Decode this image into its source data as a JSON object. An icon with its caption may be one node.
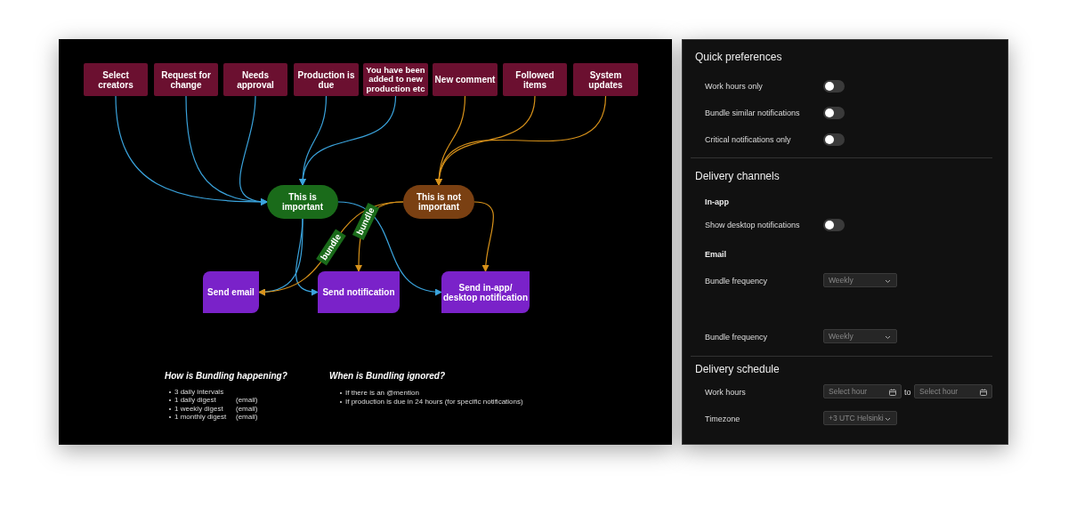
{
  "diagram": {
    "nodes": [
      {
        "text": [
          "Select creators"
        ]
      },
      {
        "text": [
          "Request for change"
        ]
      },
      {
        "text": [
          "Needs approval"
        ]
      },
      {
        "text": [
          "Production is due"
        ]
      },
      {
        "text": [
          "You have been added to new production etc"
        ]
      },
      {
        "text": [
          "New comment"
        ]
      },
      {
        "text": [
          "Followed items"
        ]
      },
      {
        "text": [
          "System updates"
        ]
      },
      {
        "text": [
          "This is important"
        ]
      },
      {
        "text": [
          "This is not important"
        ]
      },
      {
        "text": [
          "Send email"
        ]
      },
      {
        "text": [
          "Send notification"
        ]
      },
      {
        "text": [
          "Send in-app/ desktop notification"
        ]
      }
    ],
    "edges": [
      {
        "from": 0,
        "to": 8,
        "arrow": "to"
      },
      {
        "from": 1,
        "to": 8,
        "arrow": "to"
      },
      {
        "from": 2,
        "to": 8,
        "arrow": "to"
      },
      {
        "from": 3,
        "to": 8,
        "arrow": "to"
      },
      {
        "from": 4,
        "to": 8,
        "arrow": "to"
      },
      {
        "from": 5,
        "to": 9,
        "arrow": "to",
        "color": "#d8921a"
      },
      {
        "from": 6,
        "to": 9,
        "arrow": "to",
        "color": "#d8921a"
      },
      {
        "from": 7,
        "to": 9,
        "arrow": "to",
        "color": "#d8921a"
      },
      {
        "from": 8,
        "to": 10,
        "arrow": "to"
      },
      {
        "from": 8,
        "to": 11,
        "arrow": "to"
      },
      {
        "from": 8,
        "to": 12,
        "arrow": "to"
      },
      {
        "from": 9,
        "to": 10,
        "arrow": "to",
        "label": "bundle",
        "color": "#d8921a"
      },
      {
        "from": 9,
        "to": 11,
        "arrow": "to",
        "label": "bundle",
        "color": "#d8921a"
      },
      {
        "from": 9,
        "to": 12,
        "arrow": "to",
        "color": "#d8921a"
      }
    ],
    "labels": [
      "How is Bundling happening?",
      "3 daily intervals",
      "1 daily digest",
      "(email)",
      "1 weekly digest",
      "(email)",
      "1 monthly digest",
      "(email)",
      "When is Bundling ignored?",
      "If there is an @mention",
      "If production is due in 24 hours (for specific notifications)",
      "Quick preferences",
      "Work hours only",
      "Bundle similar notifications",
      "Critical notifications only",
      "Delivery channels",
      "In-app",
      "Show desktop notifications",
      "Email",
      "Bundle frequency",
      "Weekly",
      "Bundle frequency",
      "Weekly",
      "Delivery schedule",
      "Work hours",
      "Select hour",
      "to",
      "Select hour",
      "Timezone",
      "+3 UTC Helsinki"
    ]
  }
}
